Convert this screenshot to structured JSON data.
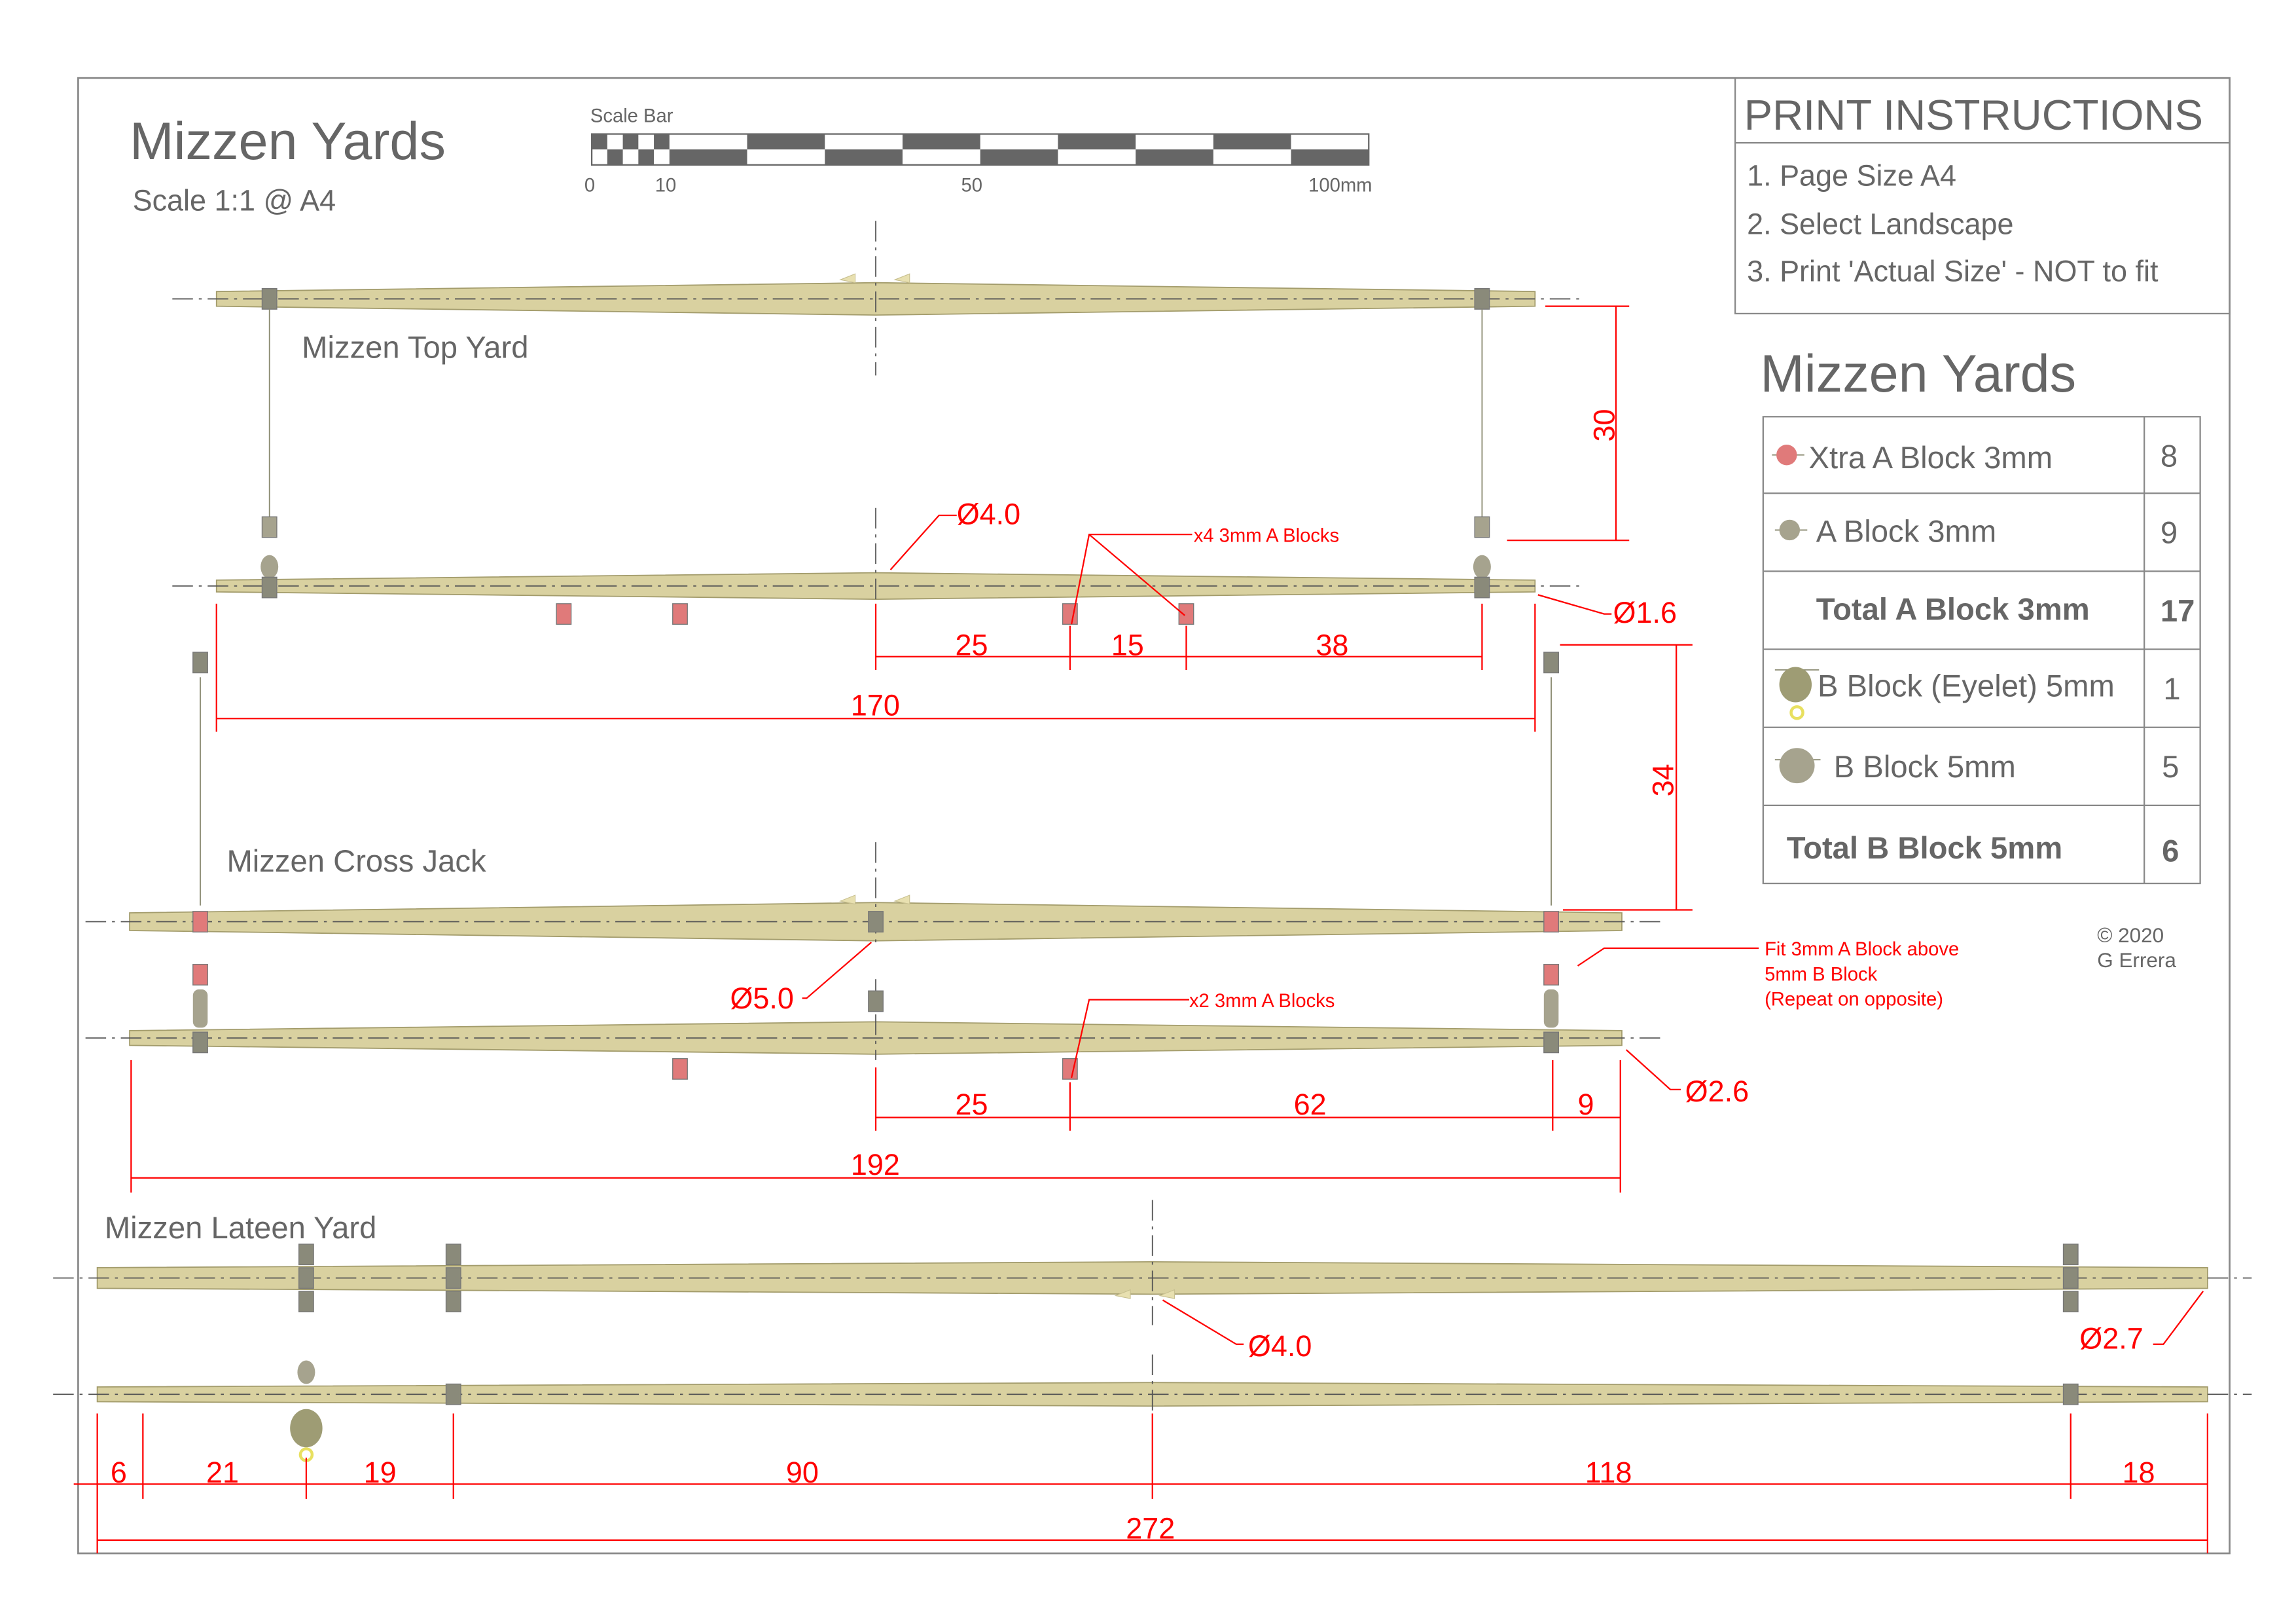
{
  "title": "Mizzen Yards",
  "scale_note": "Scale 1:1 @ A4",
  "scale_bar": {
    "label": "Scale Bar",
    "ticks": [
      "0",
      "10",
      "50",
      "100mm"
    ]
  },
  "print_instructions": {
    "title": "PRINT INSTRUCTIONS",
    "items": [
      "1. Page Size A4",
      "2. Select Landscape",
      "3. Print 'Actual Size' - NOT to fit"
    ]
  },
  "parts_table": {
    "title": "Mizzen Yards",
    "rows": [
      {
        "label": "Xtra A Block 3mm",
        "qty": "8",
        "icon": "red-block-icon"
      },
      {
        "label": "A Block 3mm",
        "qty": "9",
        "icon": "a-block-icon"
      },
      {
        "label": "Total A Block 3mm",
        "qty": "17"
      },
      {
        "label": "B Block (Eyelet) 5mm",
        "qty": "1",
        "icon": "b-block-eyelet-icon"
      },
      {
        "label": "B Block 5mm",
        "qty": "5",
        "icon": "b-block-icon"
      },
      {
        "label": "Total B Block 5mm",
        "qty": "6"
      }
    ]
  },
  "copyright": {
    "year": "© 2020",
    "author": "G Errera"
  },
  "yards": {
    "top": "Mizzen Top Yard",
    "cross_jack": "Mizzen Cross Jack",
    "lateen": "Mizzen Lateen Yard"
  },
  "annotations": {
    "top_dia": "Ø4.0",
    "top_end_dia": "Ø1.6",
    "top_blocks": "x4 3mm A Blocks",
    "cj_dia": "Ø5.0",
    "cj_end_dia": "Ø2.6",
    "cj_blocks": "x2 3mm A Blocks",
    "cj_note": [
      "Fit 3mm A Block above",
      "5mm B Block",
      "(Repeat on opposite)"
    ],
    "lat_dia": "Ø4.0",
    "lat_end_dia": "Ø2.7"
  },
  "dims": {
    "top": [
      "25",
      "15",
      "38",
      "170",
      "30"
    ],
    "cj": [
      "25",
      "62",
      "9",
      "192",
      "34"
    ],
    "lat": [
      "6",
      "21",
      "19",
      "90",
      "118",
      "18",
      "272"
    ]
  },
  "colors": {
    "dimension": "#ff0000",
    "text": "#666666",
    "wood": "#d9d1a0",
    "xtra_block": "#e07a7a",
    "a_block": "#a6a38e",
    "b_block": "#9e9c74"
  }
}
